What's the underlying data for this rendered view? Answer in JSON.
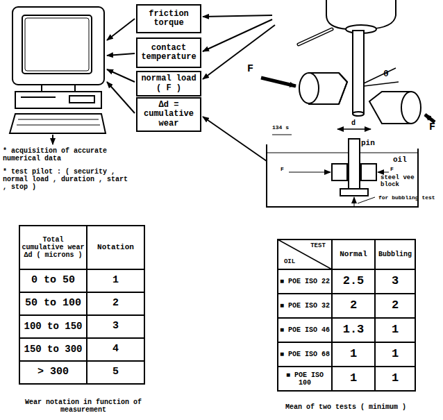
{
  "diagram": {
    "nodes": [
      {
        "text": [
          "friction torque"
        ]
      },
      {
        "text": [
          "contact temperature"
        ]
      },
      {
        "text": [
          "normal load ( F )"
        ]
      },
      {
        "text": [
          "Δd = cumulative wear"
        ]
      }
    ],
    "labels": [
      "* acquisition of accurate numerical data",
      "* test pilot : ( security , normal load , duration , start , stop )",
      "F",
      "θ",
      "F",
      "134 s",
      "d",
      "pin",
      "oil",
      "F",
      "F",
      "steel vee block",
      "for bubbling test",
      "Total cumulative wear Δd ( microns )",
      "Notation",
      "0 to 50",
      "1",
      "50 to 100",
      "2",
      "100 to 150",
      "3",
      "150 to 300",
      "4",
      "> 300",
      "5",
      "Wear notation in function of measurement",
      "TEST",
      "OIL",
      "Normal",
      "Bubbling",
      "■ POE ISO 22",
      "2.5",
      "3",
      "■ POE ISO 32",
      "2",
      "2",
      "■ POE ISO 46",
      "1.3",
      "1",
      "■ POE ISO 68",
      "1",
      "1",
      "■ POE ISO 100",
      "1",
      "1",
      "Mean of two tests ( minimum )"
    ]
  }
}
